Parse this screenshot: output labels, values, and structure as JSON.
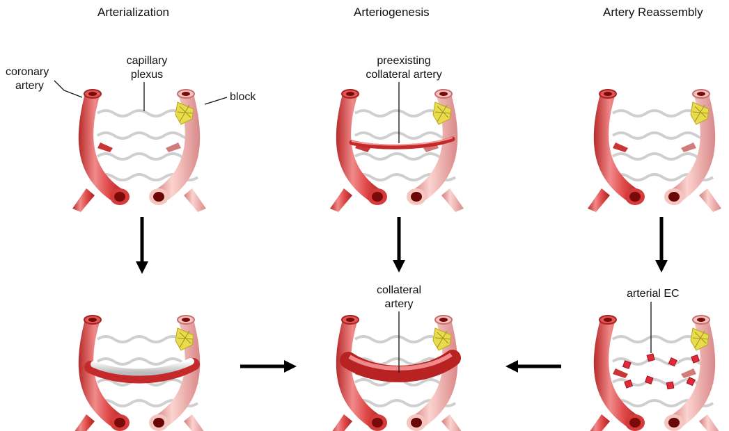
{
  "columns": [
    {
      "title": "Arterialization"
    },
    {
      "title": "Arteriogenesis"
    },
    {
      "title": "Artery Reassembly"
    }
  ],
  "labels": {
    "coronary_artery": [
      "coronary",
      "artery"
    ],
    "capillary_plexus": [
      "capillary",
      "plexus"
    ],
    "block": "block",
    "preexisting_collateral_artery": [
      "preexisting",
      "collateral artery"
    ],
    "collateral_artery": [
      "collateral",
      "artery"
    ],
    "arterial_ec": "arterial EC"
  },
  "colors": {
    "artery_red": "#d63b3b",
    "artery_highlight": "#f4a3a3",
    "blocked_artery_pink": "#eaa0a0",
    "capillary_gray": "#c8c8c8",
    "block_yellow": "#e6d84a",
    "lumen_dark": "#7a0a0a",
    "arrow": "#000000"
  }
}
